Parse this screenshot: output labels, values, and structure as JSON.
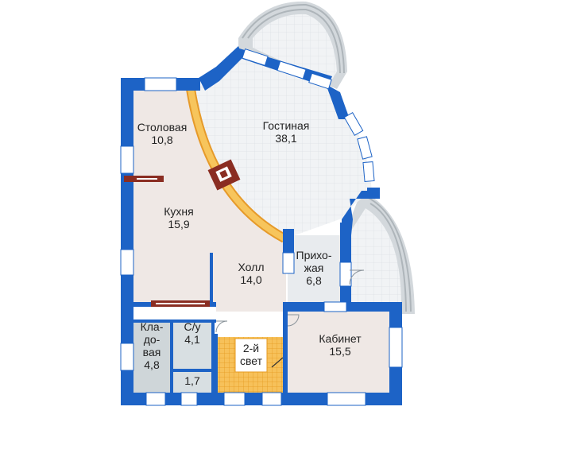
{
  "colors": {
    "wall": "#1d63c6",
    "floor_warm": "#efe7e4",
    "floor_grid": "#eef1f3",
    "floor_grey": "#e2e6e8",
    "terrace": "#c9ced2",
    "beam_orange": "#f2b84a",
    "beam_edge": "#e69a2a",
    "stairs": "#f4a020",
    "fireplace": "#8a2d22",
    "window": "#ffffff"
  },
  "rooms": {
    "dining": {
      "name": "Столовая",
      "area": "10,8"
    },
    "living": {
      "name": "Гостиная",
      "area": "38,1"
    },
    "kitchen": {
      "name": "Кухня",
      "area": "15,9"
    },
    "hall": {
      "name": "Холл",
      "area": "14,0"
    },
    "entry": {
      "line1": "Прихо-",
      "line2": "жая",
      "area": "6,8"
    },
    "pantry": {
      "line1": "Кла-",
      "line2": "до-",
      "line3": "вая",
      "area": "4,8"
    },
    "wc": {
      "name": "С/у",
      "area": "4,1"
    },
    "small": {
      "area": "1,7"
    },
    "study": {
      "name": "Кабинет",
      "area": "15,5"
    },
    "double_height": {
      "line1": "2-й",
      "line2": "свет"
    }
  }
}
